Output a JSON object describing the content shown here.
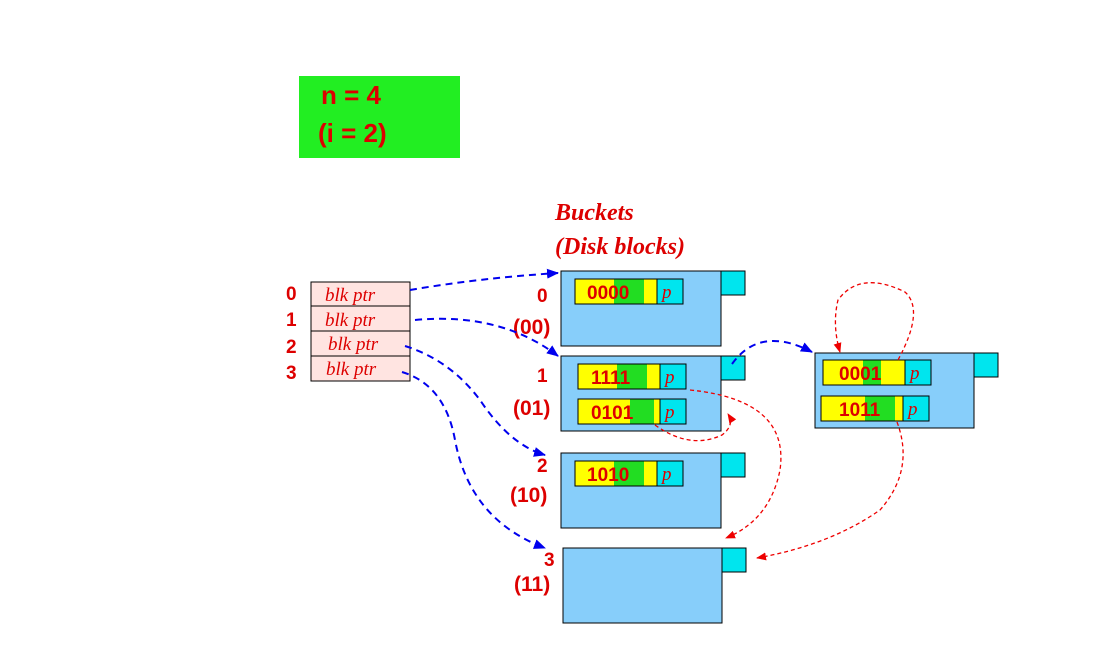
{
  "info_box": {
    "line1": "n = 4",
    "line2": "(i = 2)",
    "color": "#22ee22"
  },
  "buckets_heading": {
    "line1": "Buckets",
    "line2": "(Disk blocks)"
  },
  "directory": {
    "entries": [
      {
        "index": "0",
        "label": "blk ptr"
      },
      {
        "index": "1",
        "label": "blk ptr"
      },
      {
        "index": "2",
        "label": "blk ptr"
      },
      {
        "index": "3",
        "label": "blk ptr"
      }
    ]
  },
  "buckets": [
    {
      "index": "0",
      "bits": "(00)"
    },
    {
      "index": "1",
      "bits": "(01)"
    },
    {
      "index": "2",
      "bits": "(10)"
    },
    {
      "index": "3",
      "bits": "(11)"
    }
  ],
  "records": {
    "b0_r1": {
      "prefix": "00",
      "hash": "00",
      "ptr": "p"
    },
    "b1_r1": {
      "prefix": "11",
      "hash": "11",
      "ptr": "p"
    },
    "b1_r2": {
      "prefix": "010",
      "hash": "1",
      "ptr": "p"
    },
    "b2_r1": {
      "prefix": "10",
      "hash": "10",
      "ptr": "p"
    },
    "ov_r1": {
      "prefix": "00",
      "hash": "0",
      "suffix": "1",
      "ptr": "p"
    },
    "ov_r2": {
      "prefix": "10",
      "hash": "11",
      "ptr": "p"
    }
  },
  "colors": {
    "text_red": "#dd0000",
    "bucket_fill": "#87cefa",
    "record_yellow": "#ffff00",
    "record_green": "#22dd22",
    "ptr_cyan": "#00e5ee",
    "dir_fill": "#ffe4e1",
    "arrow_blue": "#0000ee",
    "arrow_red": "#ee0000"
  }
}
